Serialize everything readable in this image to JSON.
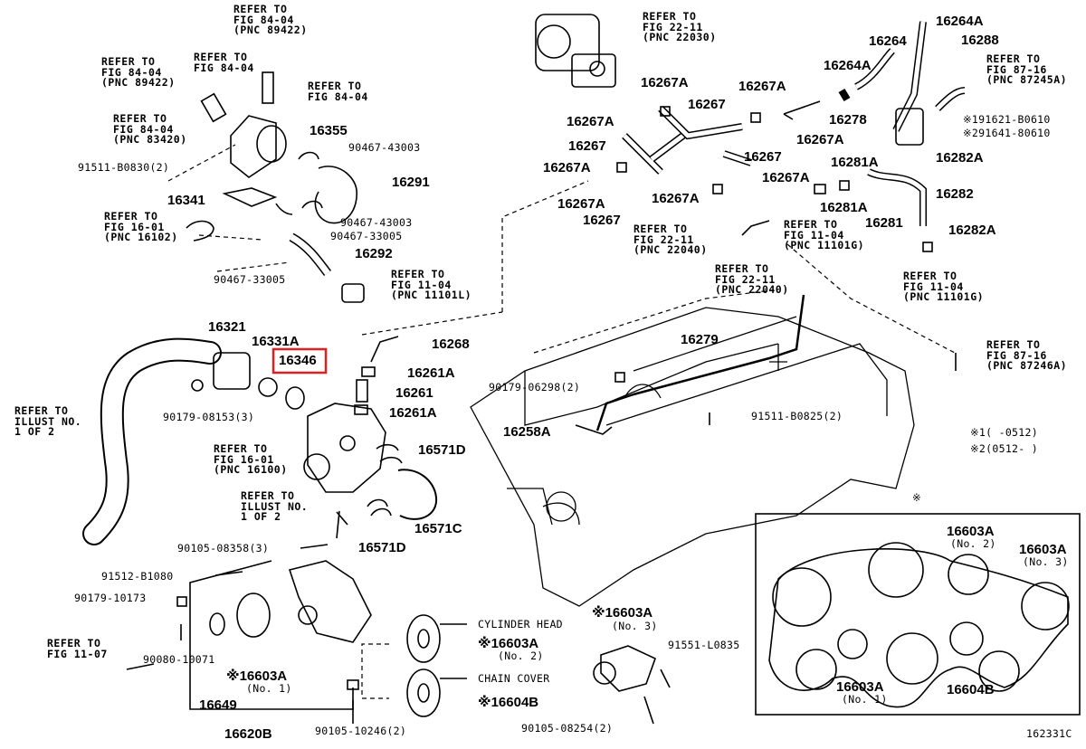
{
  "diagram_id": "162331C",
  "highlight_part": "16346",
  "footnotes": {
    "n1": "※1(    -0512)",
    "n2": "※2(0512-     )"
  },
  "refs": {
    "r_84_04_89422_a": [
      "REFER TO",
      "FIG 84-04",
      "(PNC 89422)"
    ],
    "r_84_04_89422_b": [
      "REFER TO",
      "FIG 84-04",
      "(PNC 89422)"
    ],
    "r_84_04_c": [
      "REFER TO",
      "FIG 84-04"
    ],
    "r_84_04_c2": [
      "REFER TO",
      "FIG 84-04"
    ],
    "r_84_04_83420": [
      "REFER TO",
      "FIG 84-04",
      "(PNC 83420)"
    ],
    "r_16_01_16102": [
      "REFER TO",
      "FIG 16-01",
      "(PNC 16102)"
    ],
    "r_11_04_11101L": [
      "REFER TO",
      "FIG 11-04",
      "(PNC 11101L)"
    ],
    "r_22_11_22030": [
      "REFER TO",
      "FIG 22-11",
      "(PNC 22030)"
    ],
    "r_87_16_87245A": [
      "REFER TO",
      "FIG 87-16",
      "(PNC 87245A)"
    ],
    "r_22_11_22040_a": [
      "REFER TO",
      "FIG 22-11",
      "(PNC 22040)"
    ],
    "r_11_04_11101G_a": [
      "REFER TO",
      "FIG 11-04",
      "(PNC 11101G)"
    ],
    "r_22_11_22040_b": [
      "REFER TO",
      "FIG 22-11",
      "(PNC 22040)"
    ],
    "r_11_04_11101G_b": [
      "REFER TO",
      "FIG 11-04",
      "(PNC 11101G)"
    ],
    "r_87_16_87246A": [
      "REFER TO",
      "FIG 87-16",
      "(PNC 87246A)"
    ],
    "r_illust_a": [
      "REFER TO",
      "ILLUST NO.",
      "1 OF 2"
    ],
    "r_16_01_16100": [
      "REFER TO",
      "FIG 16-01",
      "(PNC 16100)"
    ],
    "r_illust_b": [
      "REFER TO",
      "ILLUST NO.",
      "1 OF 2"
    ],
    "r_11_07": [
      "REFER TO",
      "FIG 11-07"
    ]
  },
  "parts": {
    "p16355": "16355",
    "p90467_43003_a": "90467-43003",
    "p91511_B0830": "91511-B0830(2)",
    "p16291": "16291",
    "p16341": "16341",
    "p90467_43003_b": "90467-43003",
    "p90467_33005_a": "90467-33005",
    "p16292": "16292",
    "p90467_33005_b": "90467-33005",
    "p16321": "16321",
    "p16331A": "16331A",
    "p16346": "16346",
    "p16268": "16268",
    "p16261A_a": "16261A",
    "p16261": "16261",
    "p16261A_b": "16261A",
    "p90179_08153": "90179-08153(3)",
    "p16571D_a": "16571D",
    "p16571C": "16571C",
    "p16571D_b": "16571D",
    "p90105_08358": "90105-08358(3)",
    "p91512_B1080": "91512-B1080",
    "p90179_10173": "90179-10173",
    "p90080_10071": "90080-10071",
    "p16603A_n1": "※16603A",
    "p16603A_n1_sub": "(No. 1)",
    "p16649": "16649",
    "p16620B": "16620B",
    "p_cyl_head": "CYLINDER HEAD",
    "p16603A_n2": "※16603A",
    "p16603A_n2_sub": "(No. 2)",
    "p_chain_cover": "CHAIN COVER",
    "p16604B": "※16604B",
    "p90105_10246": "90105-10246(2)",
    "p16603A_n3": "※16603A",
    "p16603A_n3_sub": "(No. 3)",
    "p91551_L0835": "91551-L0835",
    "p90105_08254": "90105-08254(2)",
    "p16267A_1": "16267A",
    "p16267_1": "16267",
    "p16267A_2": "16267A",
    "p16267A_3": "16267A",
    "p16267_2": "16267",
    "p16267A_4": "16267A",
    "p16267_3": "16267",
    "p16267A_5": "16267A",
    "p16267A_6": "16267A",
    "p16267A_7": "16267A",
    "p16267A_8": "16267A",
    "p16267_4": "16267",
    "p16278": "16278",
    "p16264A_a": "16264A",
    "p16264": "16264",
    "p16264A_b": "16264A",
    "p16288": "16288",
    "p191621": "※191621-B0610",
    "p291641": "※291641-80610",
    "p16281A_a": "16281A",
    "p16282A_a": "16282A",
    "p16282": "16282",
    "p16281A_b": "16281A",
    "p16281": "16281",
    "p16282A_b": "16282A",
    "p16279": "16279",
    "p90179_06298": "90179-06298(2)",
    "p16258A": "16258A",
    "p91511_B0825": "91511-B0825(2)",
    "p_star": "※",
    "b16603A_n2": "16603A",
    "b16603A_n2_sub": "(No. 2)",
    "b16603A_n3": "16603A",
    "b16603A_n3_sub": "(No. 3)",
    "b16603A_n1": "16603A",
    "b16603A_n1_sub": "(No. 1)",
    "b16604B": "16604B"
  }
}
